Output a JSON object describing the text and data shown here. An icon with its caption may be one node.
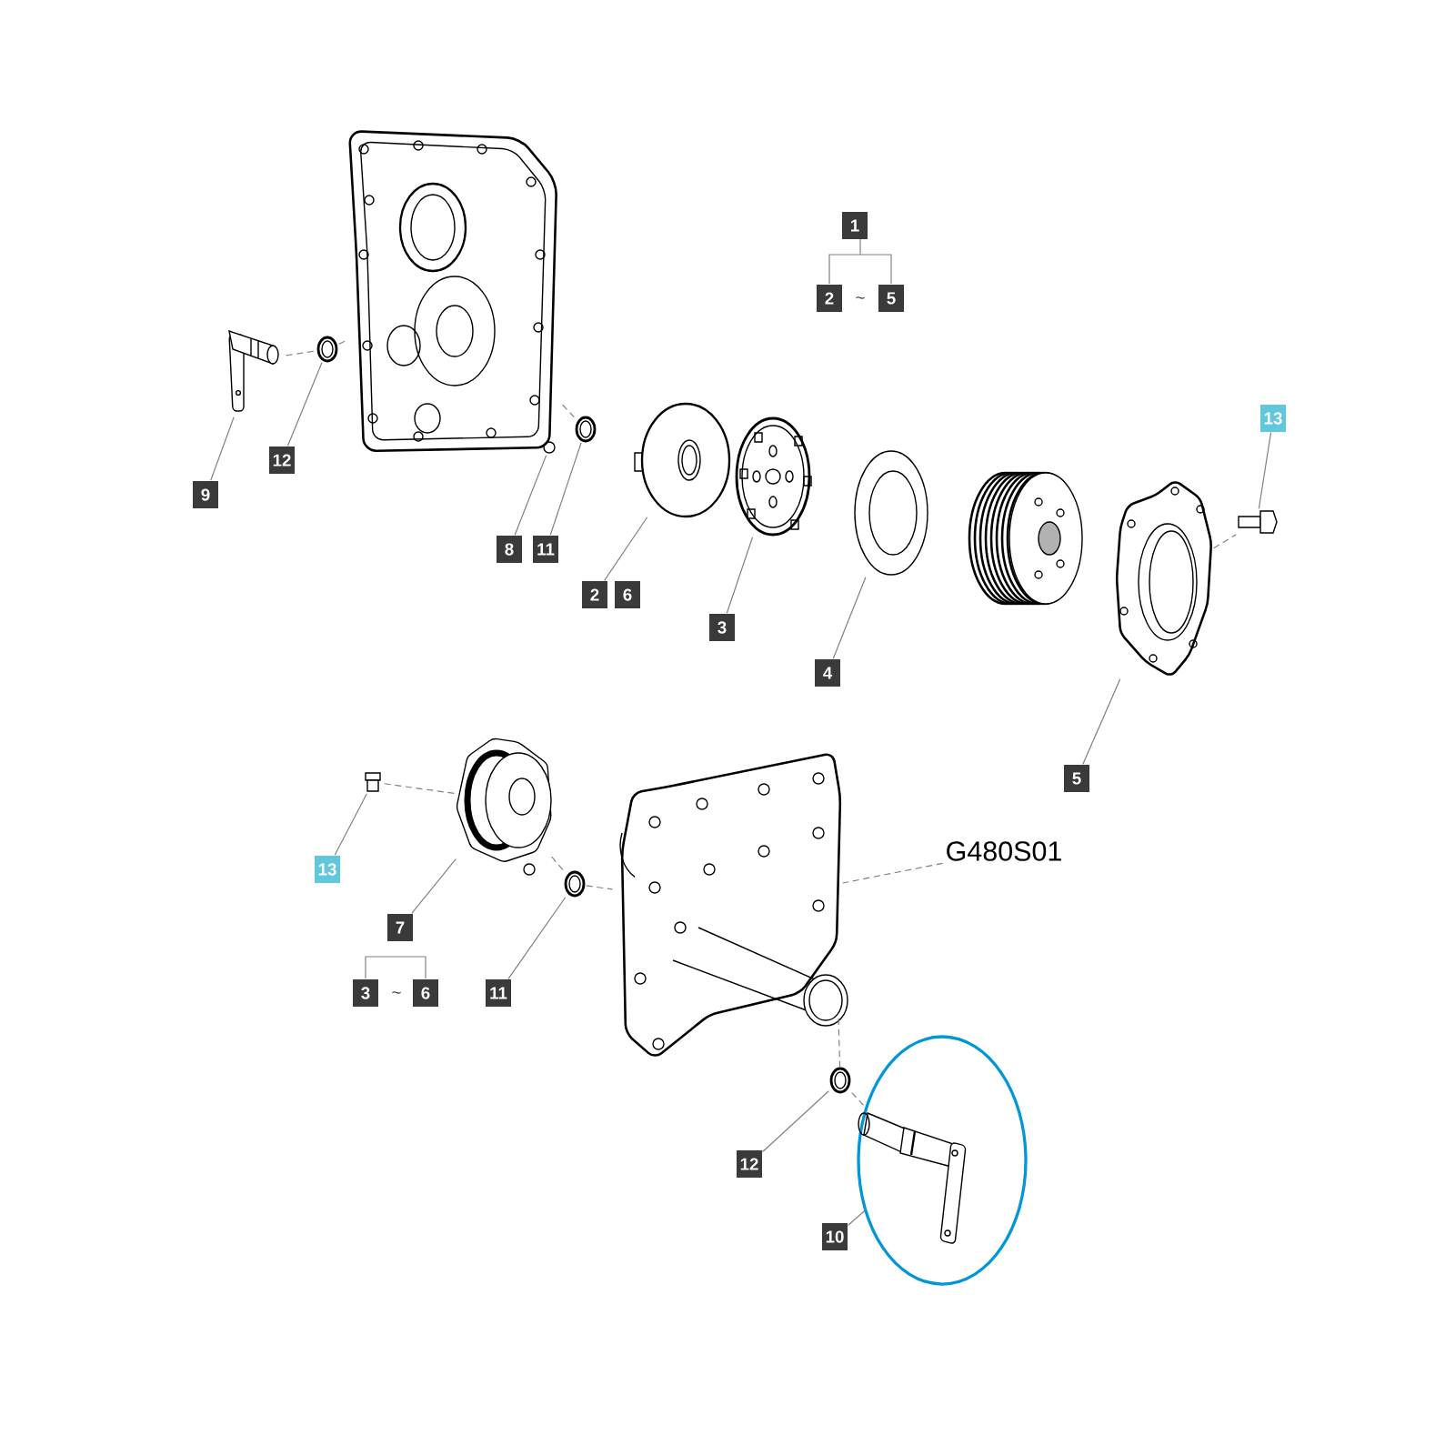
{
  "diagram": {
    "nodes": [
      {
        "text": [
          "1"
        ]
      },
      {
        "text": [
          "2"
        ]
      },
      {
        "text": [
          "5"
        ]
      },
      {
        "text": [
          "13"
        ]
      },
      {
        "text": [],
        "shape": "picture"
      },
      {
        "text": [],
        "shape": "picture"
      },
      {
        "text": [],
        "shape": "picture"
      },
      {
        "text": [],
        "shape": "circle"
      },
      {
        "text": [],
        "shape": "picture"
      },
      {
        "text": [],
        "shape": "picture"
      },
      {
        "text": [],
        "shape": "picture"
      },
      {
        "text": [],
        "shape": "picture"
      },
      {
        "text": [],
        "shape": "picture"
      },
      {
        "text": [],
        "shape": "picture"
      },
      {
        "text": [],
        "shape": "picture"
      },
      {
        "text": [
          "9"
        ]
      },
      {
        "text": [
          "12"
        ]
      },
      {
        "text": [
          "8"
        ]
      },
      {
        "text": [
          "11"
        ]
      },
      {
        "text": [
          "2"
        ]
      },
      {
        "text": [
          "6"
        ]
      },
      {
        "text": [
          "3"
        ]
      },
      {
        "text": [
          "4"
        ]
      },
      {
        "text": [
          "5"
        ]
      },
      {
        "text": [],
        "shape": "picture"
      },
      {
        "text": [],
        "shape": "picture"
      },
      {
        "text": [],
        "shape": "circle"
      },
      {
        "text": [],
        "shape": "picture"
      },
      {
        "text": [],
        "shape": "picture"
      },
      {
        "text": [
          "G480S01"
        ]
      },
      {
        "text": [
          "13"
        ]
      },
      {
        "text": [
          "7"
        ]
      },
      {
        "text": [
          "3"
        ]
      },
      {
        "text": [
          "6"
        ]
      },
      {
        "text": [
          "11"
        ]
      },
      {
        "text": [],
        "shape": "picture"
      },
      {
        "text": [],
        "shape": "picture"
      },
      {
        "text": [
          "12"
        ]
      },
      {
        "text": [
          "10"
        ]
      }
    ],
    "edges": [
      {
        "from": 15,
        "to": 4,
        "arrow": "none"
      },
      {
        "from": 16,
        "to": 5,
        "arrow": "none"
      },
      {
        "from": 17,
        "to": 7,
        "arrow": "none"
      },
      {
        "from": 18,
        "to": 8,
        "arrow": "none"
      },
      {
        "from": 19,
        "to": 9,
        "arrow": "none"
      },
      {
        "from": 21,
        "to": 10,
        "arrow": "none"
      },
      {
        "from": 22,
        "to": 11,
        "arrow": "none"
      },
      {
        "from": 23,
        "to": 13,
        "arrow": "none"
      },
      {
        "from": 3,
        "to": 14,
        "arrow": "none"
      },
      {
        "from": 30,
        "to": 24,
        "arrow": "none"
      },
      {
        "from": 31,
        "to": 25,
        "arrow": "none"
      },
      {
        "from": 34,
        "to": 27,
        "arrow": "none"
      },
      {
        "from": 29,
        "to": 28,
        "arrow": "none",
        "style": "dashed"
      },
      {
        "from": 37,
        "to": 35,
        "arrow": "none"
      },
      {
        "from": 38,
        "to": 36,
        "arrow": "none"
      },
      {
        "from": 4,
        "to": 5,
        "arrow": "none",
        "style": "dashed"
      },
      {
        "from": 5,
        "to": 6,
        "arrow": "none",
        "style": "dashed"
      },
      {
        "from": 6,
        "to": 8,
        "arrow": "none",
        "style": "dashed"
      },
      {
        "from": 13,
        "to": 14,
        "arrow": "none",
        "style": "dashed"
      },
      {
        "from": 24,
        "to": 25,
        "arrow": "none",
        "style": "dashed"
      },
      {
        "from": 25,
        "to": 27,
        "arrow": "none",
        "style": "dashed"
      },
      {
        "from": 27,
        "to": 28,
        "arrow": "none",
        "style": "dashed"
      },
      {
        "from": 28,
        "to": 35,
        "arrow": "none",
        "style": "dashed"
      },
      {
        "from": 35,
        "to": 36,
        "arrow": "none",
        "style": "dashed"
      }
    ],
    "labels": [
      "~",
      "~"
    ]
  }
}
